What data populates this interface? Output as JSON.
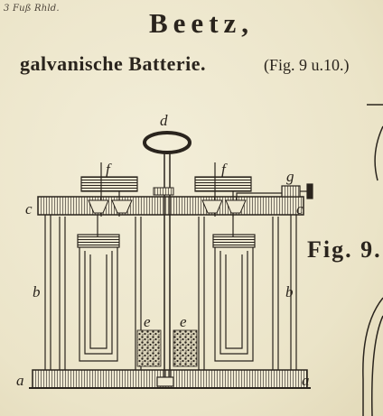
{
  "header": {
    "corner_note": "3 Fuß Rhld.",
    "title": "Beetz,",
    "subtitle": "galvanische Batterie.",
    "figure_reference": "(Fig. 9 u.10.)"
  },
  "figure": {
    "label": "Fig. 9.",
    "part_letters": {
      "top": "d",
      "lid_left": "f",
      "lid_right": "f",
      "terminal": "g",
      "rim_left": "c",
      "rim_right": "c",
      "wall_left": "b",
      "wall_right": "b",
      "fill_left": "e",
      "fill_right": "e",
      "base_left": "a",
      "base_right": "a"
    }
  },
  "colors": {
    "ink": "#2a241d",
    "paper": "#efe9d2"
  }
}
